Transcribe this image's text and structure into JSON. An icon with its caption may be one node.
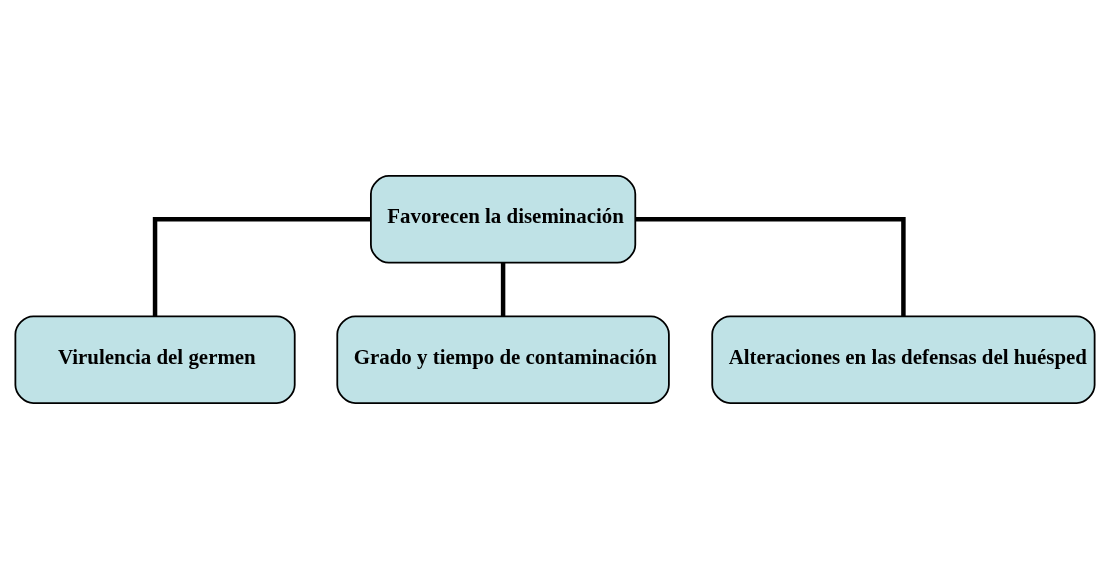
{
  "diagram": {
    "nodes": [
      {
        "text": [
          "Favorecen la diseminación"
        ]
      },
      {
        "text": [
          "Virulencia del germen"
        ]
      },
      {
        "text": [
          "Grado y tiempo de contaminación"
        ]
      },
      {
        "text": [
          "Alteraciones en las defensas del huésped"
        ]
      }
    ],
    "edges": [
      {
        "from": 0,
        "to": 1,
        "arrow": "none"
      },
      {
        "from": 0,
        "to": 2,
        "arrow": "none"
      },
      {
        "from": 0,
        "to": 3,
        "arrow": "none"
      }
    ]
  }
}
